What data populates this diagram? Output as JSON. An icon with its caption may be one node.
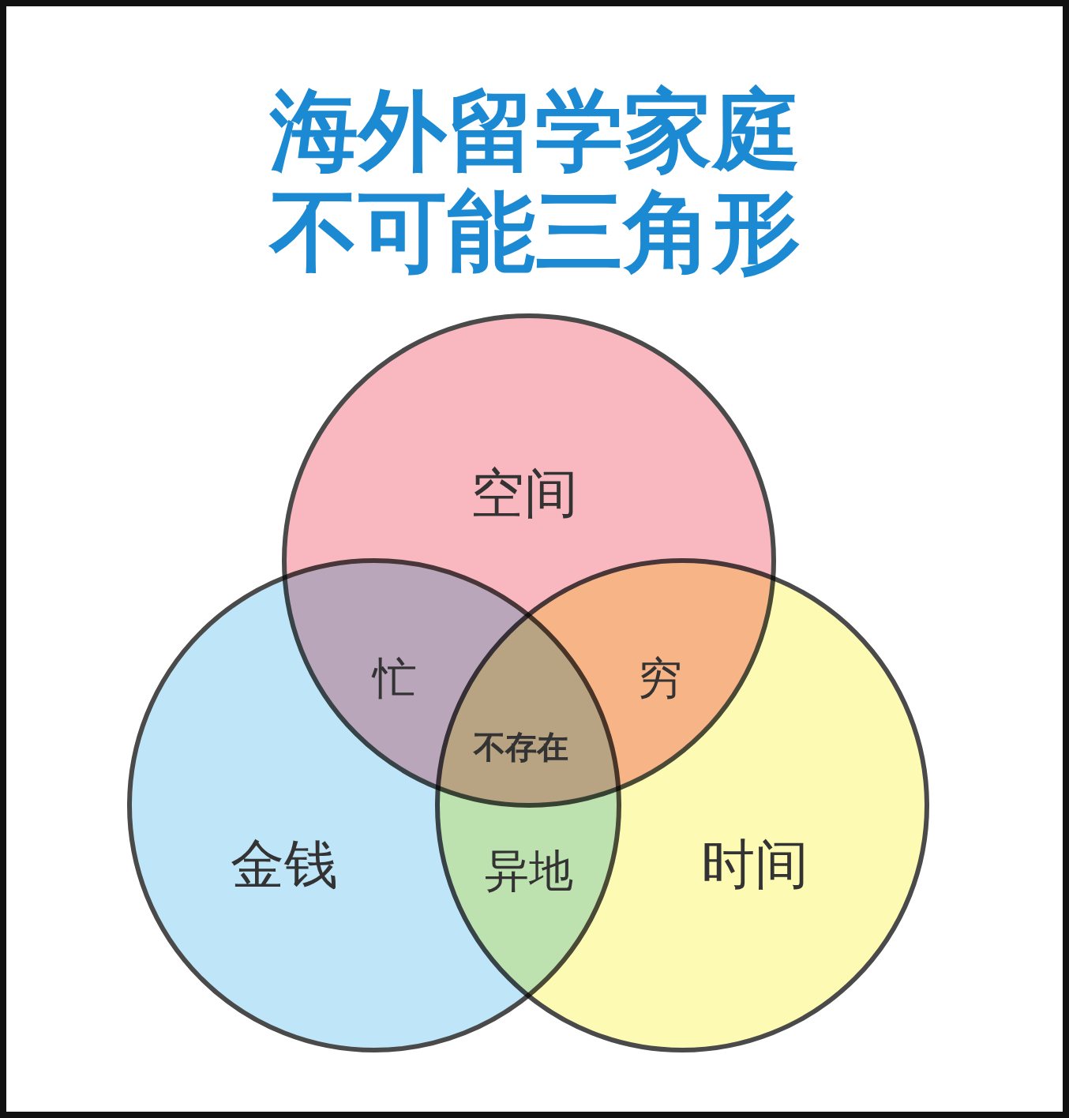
{
  "diagram": {
    "title": "海外留学家庭不可能三角形",
    "nodes": [
      {
        "text": [
          "空间"
        ]
      },
      {
        "text": [
          "金钱"
        ]
      },
      {
        "text": [
          "时间"
        ]
      }
    ],
    "labels": [
      "忙",
      "穷",
      "不存在",
      "异地"
    ]
  }
}
